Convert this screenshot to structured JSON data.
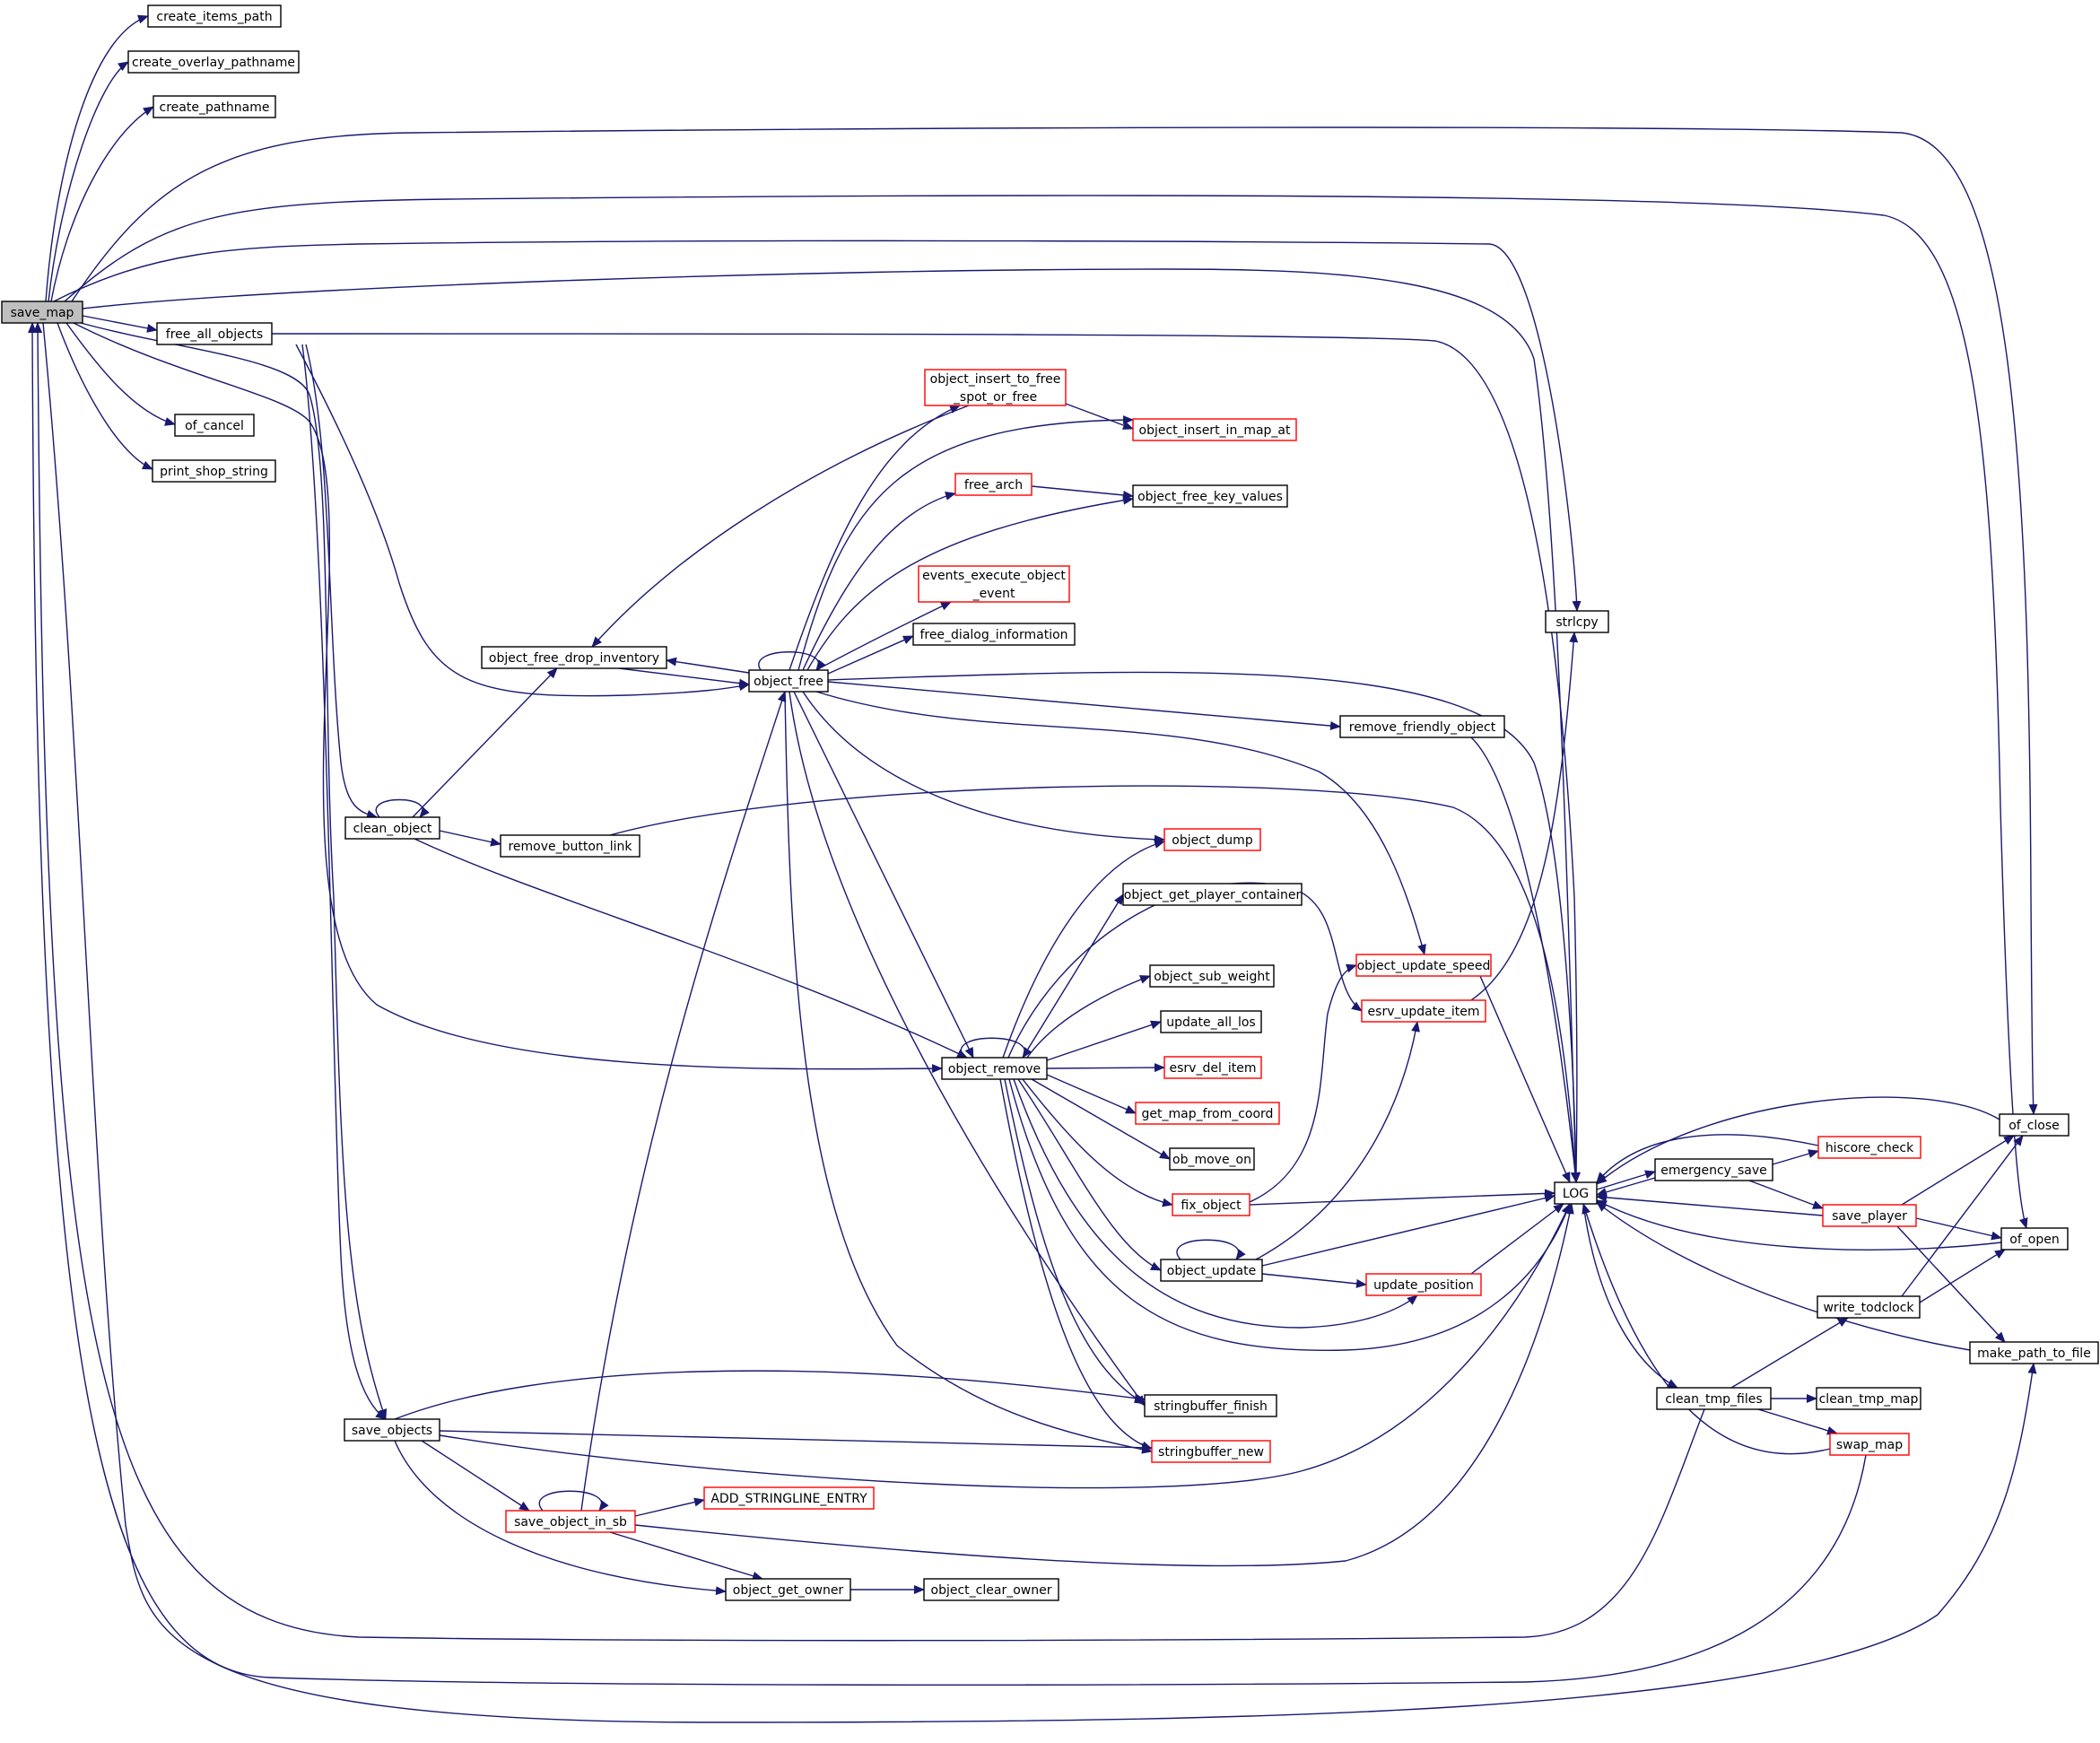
{
  "colors": {
    "edge": "#191970",
    "node_border": "#000000",
    "node_border_incomplete": "#ff0000",
    "root_fill": "#bfbfbf",
    "node_fill": "#ffffff"
  },
  "nodes": [
    {
      "id": "save_map",
      "lines": [
        "save_map"
      ],
      "root": true,
      "incomplete": false
    },
    {
      "id": "create_items_path",
      "lines": [
        "create_items_path"
      ],
      "incomplete": false
    },
    {
      "id": "create_overlay_pathname",
      "lines": [
        "create_overlay_pathname"
      ],
      "incomplete": false
    },
    {
      "id": "create_pathname",
      "lines": [
        "create_pathname"
      ],
      "incomplete": false
    },
    {
      "id": "free_all_objects",
      "lines": [
        "free_all_objects"
      ],
      "incomplete": false
    },
    {
      "id": "of_cancel",
      "lines": [
        "of_cancel"
      ],
      "incomplete": false
    },
    {
      "id": "print_shop_string",
      "lines": [
        "print_shop_string"
      ],
      "incomplete": false
    },
    {
      "id": "clean_object",
      "lines": [
        "clean_object"
      ],
      "incomplete": false
    },
    {
      "id": "remove_button_link",
      "lines": [
        "remove_button_link"
      ],
      "incomplete": false
    },
    {
      "id": "save_objects",
      "lines": [
        "save_objects"
      ],
      "incomplete": false
    },
    {
      "id": "save_object_in_sb",
      "lines": [
        "save_object_in_sb"
      ],
      "incomplete": true
    },
    {
      "id": "ADD_STRINGLINE_ENTRY",
      "lines": [
        "ADD_STRINGLINE_ENTRY"
      ],
      "incomplete": true
    },
    {
      "id": "object_get_owner",
      "lines": [
        "object_get_owner"
      ],
      "incomplete": false
    },
    {
      "id": "object_clear_owner",
      "lines": [
        "object_clear_owner"
      ],
      "incomplete": false
    },
    {
      "id": "object_free_drop_inventory",
      "lines": [
        "object_free_drop_inventory"
      ],
      "incomplete": false
    },
    {
      "id": "object_free",
      "lines": [
        "object_free"
      ],
      "incomplete": false
    },
    {
      "id": "object_insert_to_free_spot_or_free",
      "lines": [
        "object_insert_to_free",
        "_spot_or_free"
      ],
      "incomplete": true
    },
    {
      "id": "object_insert_in_map_at",
      "lines": [
        "object_insert_in_map_at"
      ],
      "incomplete": true
    },
    {
      "id": "free_arch",
      "lines": [
        "free_arch"
      ],
      "incomplete": true
    },
    {
      "id": "object_free_key_values",
      "lines": [
        "object_free_key_values"
      ],
      "incomplete": false
    },
    {
      "id": "events_execute_object_event",
      "lines": [
        "events_execute_object",
        "_event"
      ],
      "incomplete": true
    },
    {
      "id": "free_dialog_information",
      "lines": [
        "free_dialog_information"
      ],
      "incomplete": false
    },
    {
      "id": "remove_friendly_object",
      "lines": [
        "remove_friendly_object"
      ],
      "incomplete": false
    },
    {
      "id": "object_dump",
      "lines": [
        "object_dump"
      ],
      "incomplete": true
    },
    {
      "id": "object_get_player_container",
      "lines": [
        "object_get_player_container"
      ],
      "incomplete": false
    },
    {
      "id": "object_sub_weight",
      "lines": [
        "object_sub_weight"
      ],
      "incomplete": false
    },
    {
      "id": "update_all_los",
      "lines": [
        "update_all_los"
      ],
      "incomplete": false
    },
    {
      "id": "esrv_del_item",
      "lines": [
        "esrv_del_item"
      ],
      "incomplete": true
    },
    {
      "id": "get_map_from_coord",
      "lines": [
        "get_map_from_coord"
      ],
      "incomplete": true
    },
    {
      "id": "ob_move_on",
      "lines": [
        "ob_move_on"
      ],
      "incomplete": false
    },
    {
      "id": "fix_object",
      "lines": [
        "fix_object"
      ],
      "incomplete": true
    },
    {
      "id": "object_update",
      "lines": [
        "object_update"
      ],
      "incomplete": false
    },
    {
      "id": "object_remove",
      "lines": [
        "object_remove"
      ],
      "incomplete": false
    },
    {
      "id": "object_update_speed",
      "lines": [
        "object_update_speed"
      ],
      "incomplete": true
    },
    {
      "id": "esrv_update_item",
      "lines": [
        "esrv_update_item"
      ],
      "incomplete": true
    },
    {
      "id": "update_position",
      "lines": [
        "update_position"
      ],
      "incomplete": true
    },
    {
      "id": "stringbuffer_finish",
      "lines": [
        "stringbuffer_finish"
      ],
      "incomplete": false
    },
    {
      "id": "stringbuffer_new",
      "lines": [
        "stringbuffer_new"
      ],
      "incomplete": true
    },
    {
      "id": "strlcpy",
      "lines": [
        "strlcpy"
      ],
      "incomplete": false
    },
    {
      "id": "LOG",
      "lines": [
        "LOG"
      ],
      "incomplete": false
    },
    {
      "id": "emergency_save",
      "lines": [
        "emergency_save"
      ],
      "incomplete": false
    },
    {
      "id": "hiscore_check",
      "lines": [
        "hiscore_check"
      ],
      "incomplete": true
    },
    {
      "id": "save_player",
      "lines": [
        "save_player"
      ],
      "incomplete": true
    },
    {
      "id": "of_close",
      "lines": [
        "of_close"
      ],
      "incomplete": false
    },
    {
      "id": "of_open",
      "lines": [
        "of_open"
      ],
      "incomplete": false
    },
    {
      "id": "write_todclock",
      "lines": [
        "write_todclock"
      ],
      "incomplete": false
    },
    {
      "id": "make_path_to_file",
      "lines": [
        "make_path_to_file"
      ],
      "incomplete": false
    },
    {
      "id": "clean_tmp_files",
      "lines": [
        "clean_tmp_files"
      ],
      "incomplete": false
    },
    {
      "id": "clean_tmp_map",
      "lines": [
        "clean_tmp_map"
      ],
      "incomplete": false
    },
    {
      "id": "swap_map",
      "lines": [
        "swap_map"
      ],
      "incomplete": true
    }
  ]
}
